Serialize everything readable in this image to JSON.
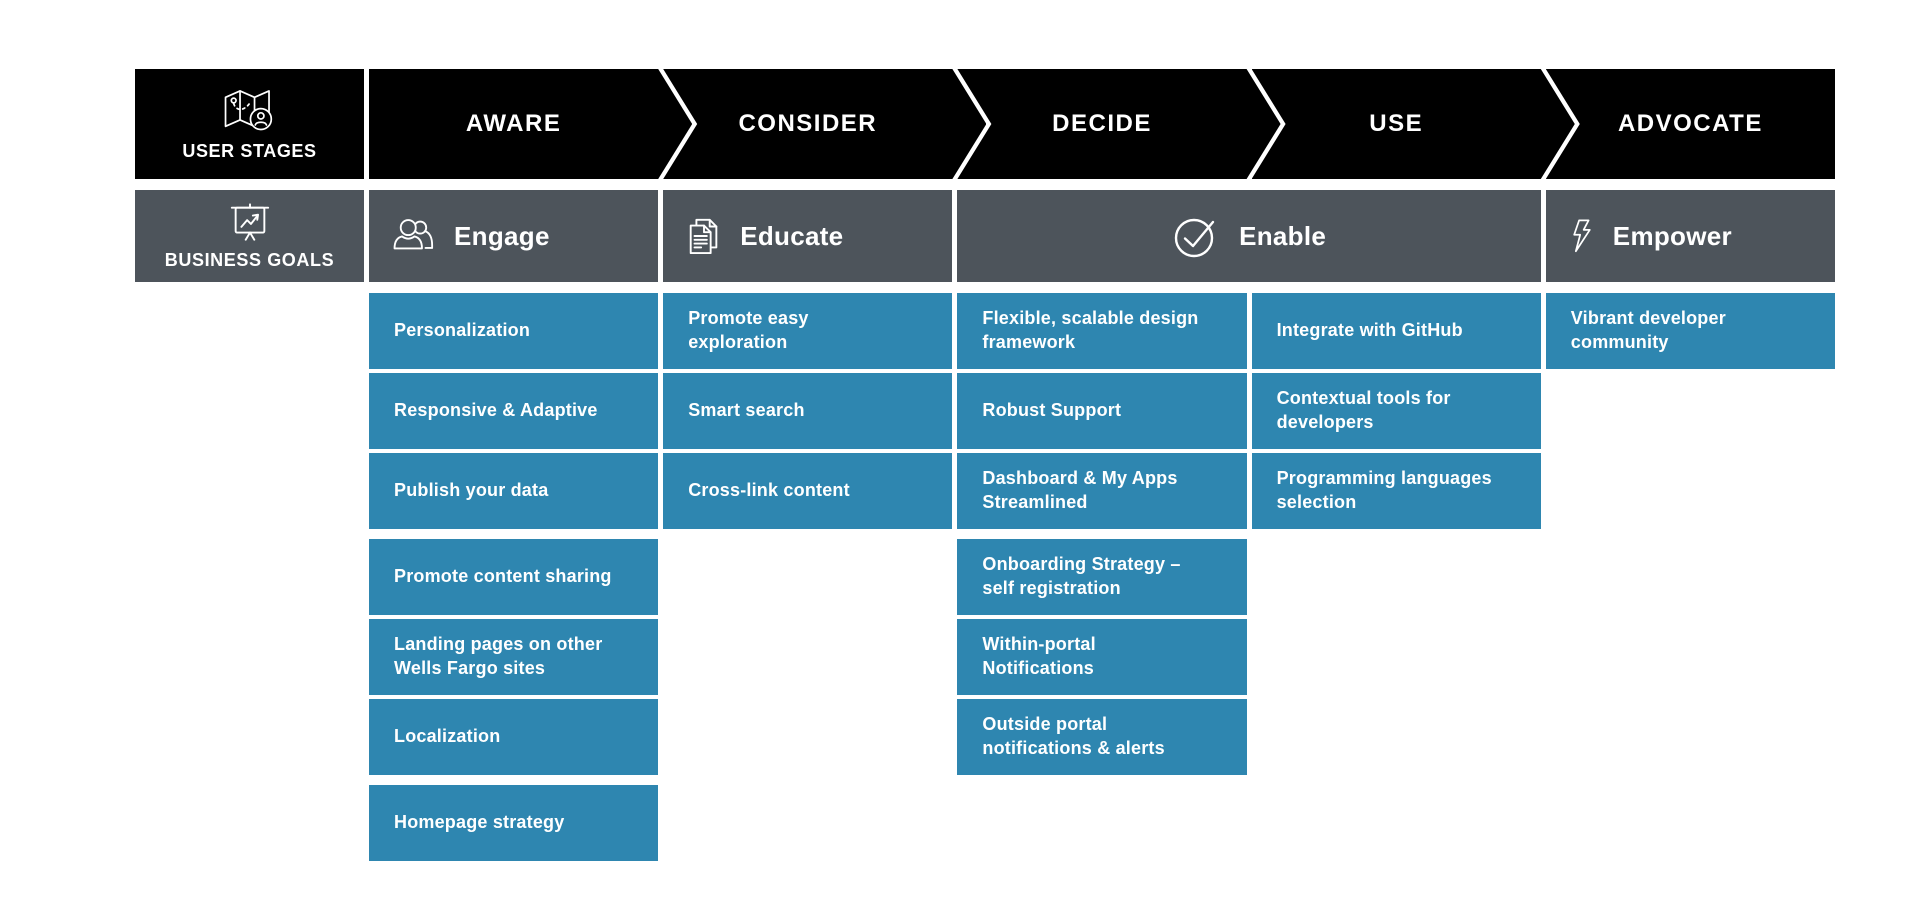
{
  "colors": {
    "stage_header_bg": "#000000",
    "goal_bar_bg": "#4d545b",
    "item_bg": "#2e86b0",
    "text": "#ffffff"
  },
  "row_labels": {
    "user_stages": "USER STAGES",
    "business_goals": "BUSINESS GOALS"
  },
  "stages": [
    {
      "label": "AWARE"
    },
    {
      "label": "CONSIDER"
    },
    {
      "label": "DECIDE"
    },
    {
      "label": "USE"
    },
    {
      "label": "ADVOCATE"
    }
  ],
  "goals": [
    {
      "label": "Engage",
      "icon": "people-icon",
      "covers": "AWARE"
    },
    {
      "label": "Educate",
      "icon": "documents-icon",
      "covers": "CONSIDER"
    },
    {
      "label": "Enable",
      "icon": "check-circle-icon",
      "covers": "DECIDE + USE"
    },
    {
      "label": "Empower",
      "icon": "lightning-icon",
      "covers": "ADVOCATE"
    }
  ],
  "columns": [
    {
      "stage": "AWARE",
      "groups": [
        [
          "Personalization",
          "Responsive & Adaptive",
          "Publish your data"
        ],
        [
          "Promote content sharing",
          "Landing pages on other\nWells Fargo sites",
          "Localization"
        ],
        [
          "Homepage strategy"
        ]
      ]
    },
    {
      "stage": "CONSIDER",
      "groups": [
        [
          "Promote easy\nexploration",
          "Smart search",
          "Cross-link content"
        ]
      ]
    },
    {
      "stage": "DECIDE",
      "groups": [
        [
          "Flexible, scalable design\nframework",
          "Robust Support",
          "Dashboard & My Apps\nStreamlined"
        ],
        [
          "Onboarding Strategy –\nself registration",
          "Within-portal\nNotifications",
          "Outside portal\nnotifications & alerts"
        ]
      ]
    },
    {
      "stage": "USE",
      "groups": [
        [
          "Integrate with GitHub",
          "Contextual tools for\ndevelopers",
          "Programming languages\nselection"
        ]
      ]
    },
    {
      "stage": "ADVOCATE",
      "groups": [
        [
          "Vibrant developer\ncommunity"
        ]
      ]
    }
  ]
}
